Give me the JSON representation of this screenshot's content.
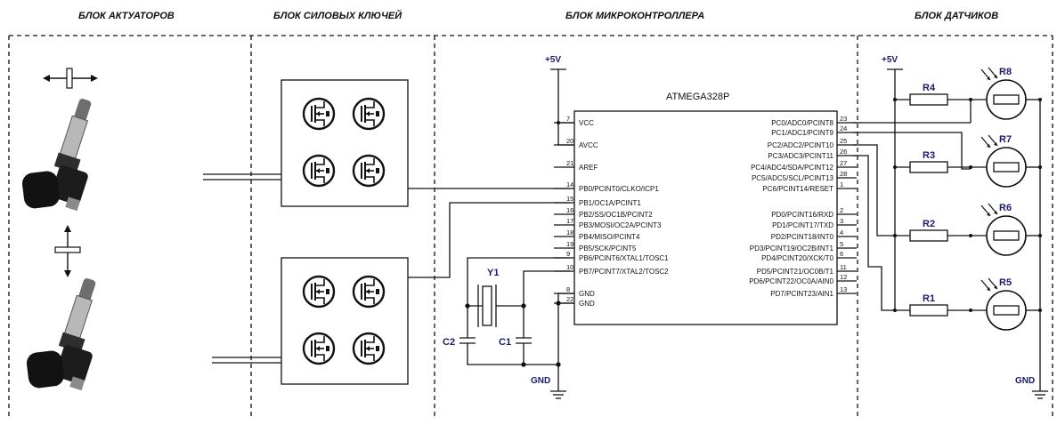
{
  "blocks": {
    "actuators": "БЛОК АКТУАТОРОВ",
    "power_switches": "БЛОК СИЛОВЫХ КЛЮЧЕЙ",
    "microcontroller": "БЛОК МИКРОКОНТРОЛЛЕРА",
    "sensors": "БЛОК ДАТЧИКОВ"
  },
  "mcu": {
    "name": "ATMEGA328P",
    "left_pins": [
      {
        "num": "7",
        "label": "VCC"
      },
      {
        "num": "20",
        "label": "AVCC"
      },
      {
        "num": "21",
        "label": "AREF"
      },
      {
        "num": "14",
        "label": "PB0/PCINT0/CLKO/ICP1"
      },
      {
        "num": "15",
        "label": "PB1/OC1A/PCINT1"
      },
      {
        "num": "16",
        "label": "PB2/SS/OC1B/PCINT2"
      },
      {
        "num": "17",
        "label": "PB3/MOSI/OC2A/PCINT3"
      },
      {
        "num": "18",
        "label": "PB4/MISO/PCINT4"
      },
      {
        "num": "19",
        "label": "PB5/SCK/PCINT5"
      },
      {
        "num": "9",
        "label": "PB6/PCINT6/XTAL1/TOSC1"
      },
      {
        "num": "10",
        "label": "PB7/PCINT7/XTAL2/TOSC2"
      },
      {
        "num": "8",
        "label": "GND"
      },
      {
        "num": "22",
        "label": "GND"
      }
    ],
    "right_pins": [
      {
        "num": "23",
        "label": "PC0/ADC0/PCINT8"
      },
      {
        "num": "24",
        "label": "PC1/ADC1/PCINT9"
      },
      {
        "num": "25",
        "label": "PC2/ADC2/PCINT10"
      },
      {
        "num": "26",
        "label": "PC3/ADC3/PCINT11"
      },
      {
        "num": "27",
        "label": "PC4/ADC4/SDA/PCINT12"
      },
      {
        "num": "28",
        "label": "PC5/ADC5/SCL/PCINT13"
      },
      {
        "num": "1",
        "label": "PC6/PCINT14/RESET"
      },
      {
        "num": "2",
        "label": "PD0/PCINT16/RXD"
      },
      {
        "num": "3",
        "label": "PD1/PCINT17/TXD"
      },
      {
        "num": "4",
        "label": "PD2/PCINT18/INT0"
      },
      {
        "num": "5",
        "label": "PD3/PCINT19/OC2B/INT1"
      },
      {
        "num": "6",
        "label": "PD4/PCINT20/XCK/T0"
      },
      {
        "num": "11",
        "label": "PD5/PCINT21/OC0B/T1"
      },
      {
        "num": "12",
        "label": "PD6/PCINT22/OC0A/AIN0"
      },
      {
        "num": "13",
        "label": "PD7/PCINT23/AIN1"
      }
    ]
  },
  "nets": {
    "vcc_mcu": "+5V",
    "vcc_sensors": "+5V",
    "gnd_mcu": "GND",
    "gnd_sensors": "GND"
  },
  "components": {
    "crystal": "Y1",
    "cap1": "C1",
    "cap2": "C2",
    "resistors": [
      "R4",
      "R3",
      "R2",
      "R1"
    ],
    "photoresistors": [
      "R8",
      "R7",
      "R6",
      "R5"
    ]
  },
  "colors": {
    "wire": "#111111",
    "net_label": "#1a1a6e",
    "background": "#ffffff"
  }
}
